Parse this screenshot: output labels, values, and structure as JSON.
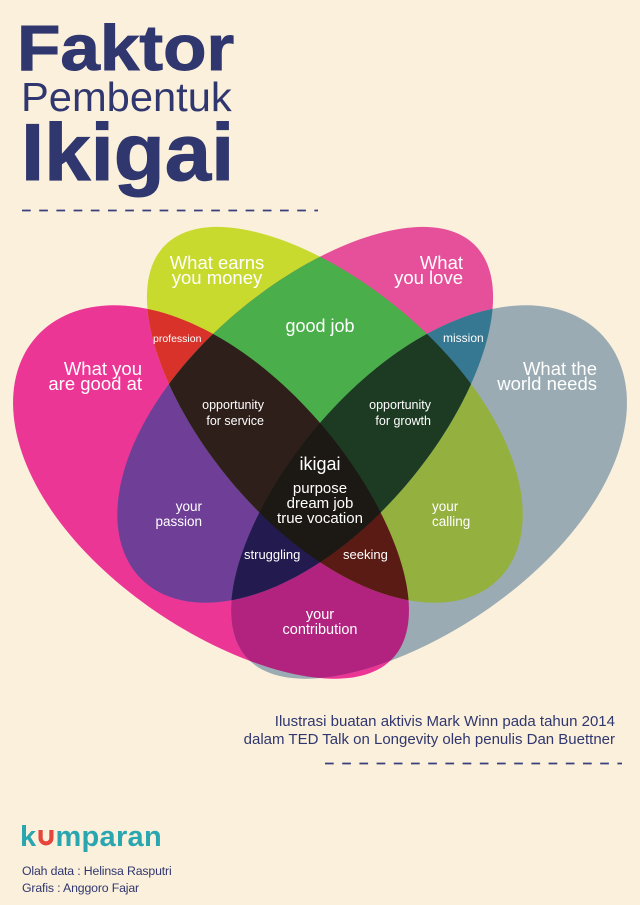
{
  "title": {
    "line1": "Faktor",
    "line2": "Pembentuk",
    "line3": "Ikigai"
  },
  "diagram": {
    "type": "venn",
    "sets": {
      "good_at": {
        "lines": [
          "What you",
          "are good at"
        ],
        "color": "#EC3695"
      },
      "money": {
        "lines": [
          "What earns",
          "you money"
        ],
        "color": "#C9DA2F"
      },
      "love": {
        "lines": [
          "What",
          "you love"
        ],
        "color": "#E6509B"
      },
      "world": {
        "lines": [
          "What the",
          "world needs"
        ],
        "color": "#9AABB3"
      }
    },
    "regions": {
      "profession": {
        "sets": [
          "good_at",
          "money"
        ],
        "lines": [
          "profession"
        ],
        "color": "#D8322B"
      },
      "good_job": {
        "sets": [
          "money",
          "love"
        ],
        "lines": [
          "good job"
        ],
        "color": "#4AAE4A"
      },
      "mission": {
        "sets": [
          "love",
          "world"
        ],
        "lines": [
          "mission"
        ],
        "color": "#367891"
      },
      "passion": {
        "sets": [
          "good_at",
          "love"
        ],
        "lines": [
          "your",
          "passion"
        ],
        "color": "#6F3F98"
      },
      "calling": {
        "sets": [
          "money",
          "world"
        ],
        "lines": [
          "your",
          "calling"
        ],
        "color": "#94B03F"
      },
      "contribution": {
        "sets": [
          "good_at",
          "world"
        ],
        "lines": [
          "your",
          "contribution"
        ],
        "color": "#B2237F"
      },
      "opportunity_for_service": {
        "sets": [
          "good_at",
          "money",
          "love"
        ],
        "lines": [
          "opportunity",
          "for service"
        ],
        "color": "#2E1F1A"
      },
      "opportunity_for_growth": {
        "sets": [
          "money",
          "love",
          "world"
        ],
        "lines": [
          "opportunity",
          "for growth"
        ],
        "color": "#1D3A22"
      },
      "struggling": {
        "sets": [
          "good_at",
          "love",
          "world"
        ],
        "lines": [
          "struggling"
        ],
        "color": "#231A4F"
      },
      "seeking": {
        "sets": [
          "good_at",
          "money",
          "world"
        ],
        "lines": [
          "seeking"
        ],
        "color": "#5B1B15"
      },
      "ikigai": {
        "sets": [
          "good_at",
          "money",
          "love",
          "world"
        ],
        "lines": [
          "ikigai",
          "purpose",
          "dream job",
          "true vocation"
        ],
        "color": "#1C1813"
      }
    }
  },
  "caption": {
    "line1": "Ilustrasi buatan aktivis Mark Winn pada tahun 2014",
    "line2": "dalam TED Talk on Longevity oleh penulis Dan Buettner"
  },
  "brand": {
    "name": "kumparan",
    "prefix": "k",
    "suffix": "mparan",
    "color": "#2AA6B0",
    "accent_color": "#E5453D"
  },
  "credits": {
    "data": "Olah data : Helinsa Rasputri",
    "graphics": "Grafis : Anggoro Fajar"
  },
  "theme": {
    "background": "#FBF0DC",
    "text_navy": "#30376F",
    "label_text": "#FFFFFF",
    "divider": "#3A3F7C"
  }
}
